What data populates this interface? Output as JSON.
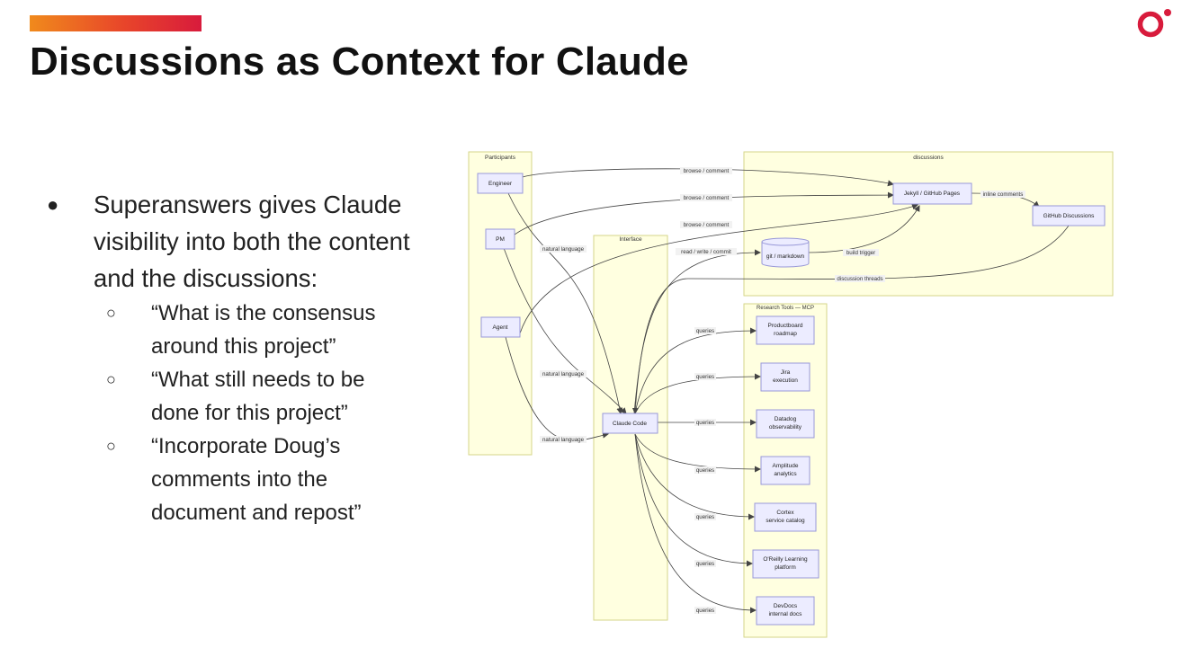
{
  "slide": {
    "title": "Discussions as Context for Claude",
    "accent_colors": [
      "#f08a1c",
      "#e8452a",
      "#d81b3c"
    ],
    "logo_icon": "o-dot-logo-icon",
    "logo_color": "#d81b3c"
  },
  "bullets": {
    "main": "Superanswers gives Claude visibility into both the content and the discussions:",
    "subs": [
      "“What is the consensus around this project”",
      "“What still needs to be done for this project”",
      "“Incorporate Doug’s comments into the document and repost”"
    ]
  },
  "diagram": {
    "colors": {
      "cluster_fill": "#ffffe0",
      "cluster_stroke": "#d6d68a",
      "node_fill": "#ececff",
      "node_stroke": "#9898d8",
      "edge": "#444444"
    },
    "clusters": {
      "participants": "Participants",
      "interface": "Interface",
      "discussions": "discussions",
      "research": "Research Tools — MCP"
    },
    "nodes": {
      "engineer": "Engineer",
      "pm": "PM",
      "agent": "Agent",
      "claude": "Claude Code",
      "git": "git / markdown",
      "jekyll": "Jekyll / GitHub Pages",
      "ghd": "GitHub Discussions",
      "productboard": [
        "Productboard",
        "roadmap"
      ],
      "jira": [
        "Jira",
        "execution"
      ],
      "datadog": [
        "Datadog",
        "observability"
      ],
      "amplitude": [
        "Amplitude",
        "analytics"
      ],
      "cortex": [
        "Cortex",
        "service catalog"
      ],
      "oreilly": [
        "O'Reilly Learning",
        "platform"
      ],
      "devdocs": [
        "DevDocs",
        "internal docs"
      ]
    },
    "edge_labels": {
      "browse": "browse / comment",
      "natural": "natural language",
      "rwc": "read / write / commit",
      "build": "build trigger",
      "inline": "inline comments",
      "threads": "discussion threads",
      "queries": "queries"
    }
  }
}
